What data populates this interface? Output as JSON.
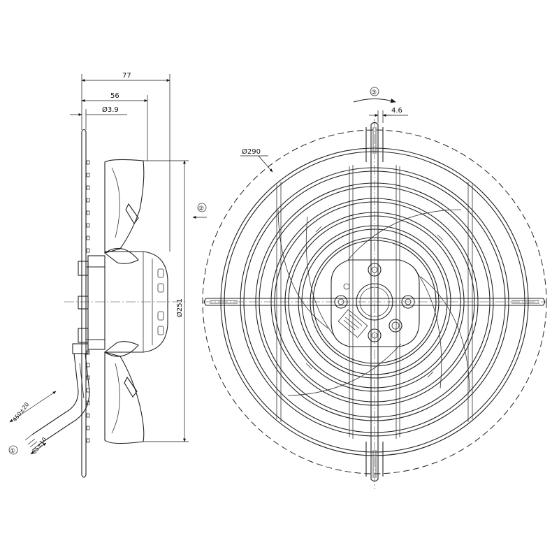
{
  "dimensions": {
    "overall_depth": "77",
    "depth_to_blade": "56",
    "hole_diameter": "Ø3.9",
    "guard_diameter": "Ø290",
    "blade_diameter": "Ø251",
    "slot_width": "4.6",
    "cable_length": "450±20",
    "cable_strip_length": "85±10"
  },
  "callouts": {
    "cable": "①",
    "airflow": "②",
    "rotation": "③"
  },
  "colors": {
    "line": "#222222",
    "background": "#ffffff"
  }
}
